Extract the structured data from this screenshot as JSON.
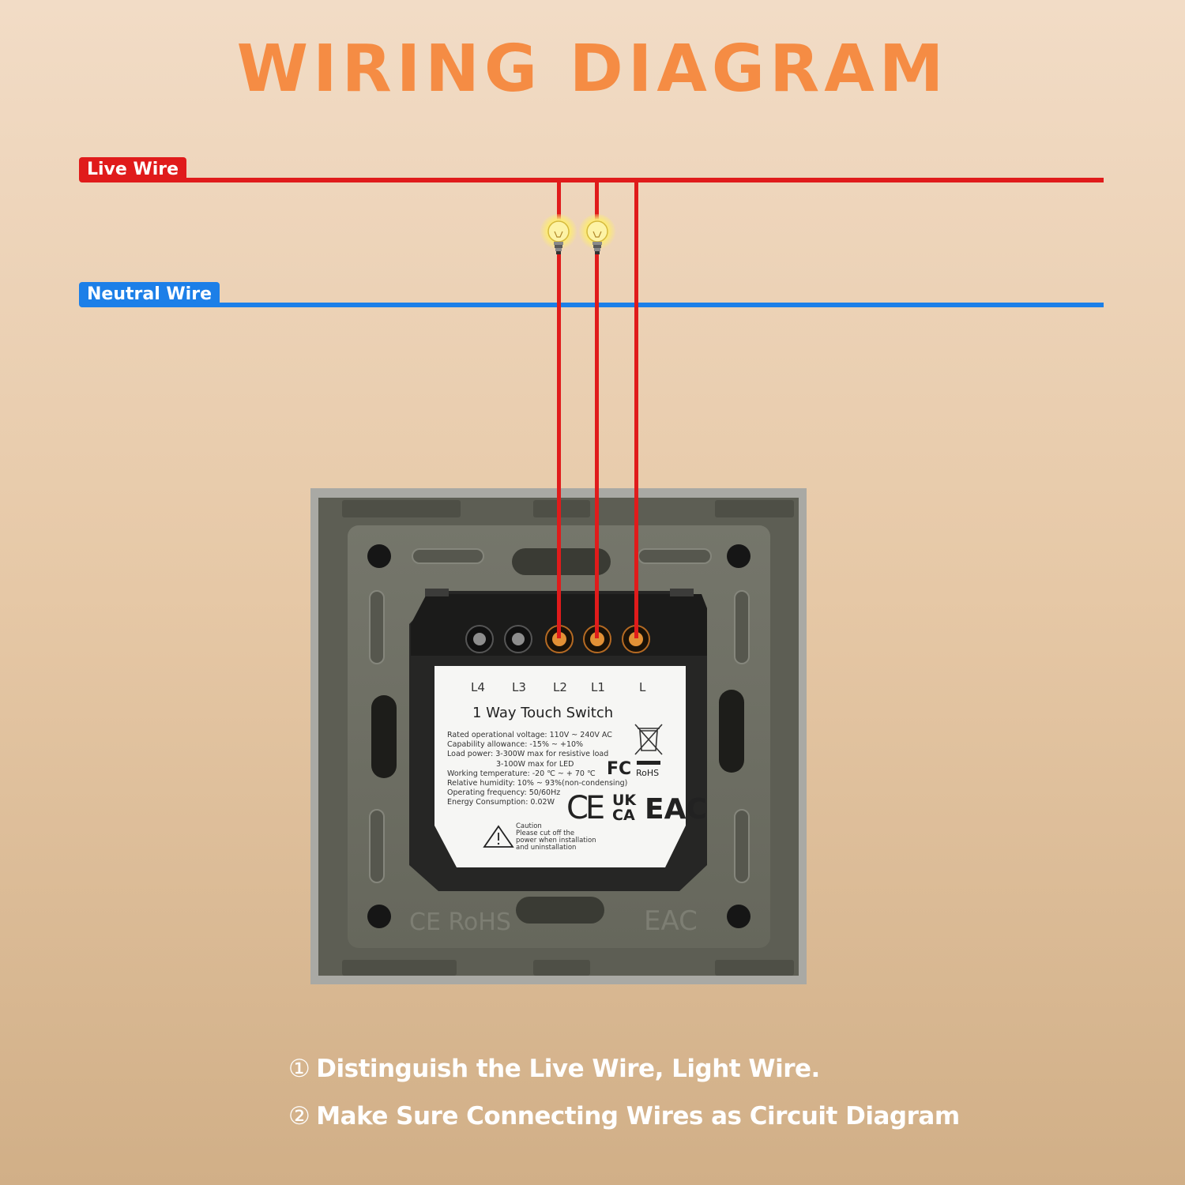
{
  "title": "WIRING DIAGRAM",
  "labels": {
    "live_wire": "Live Wire",
    "neutral_wire": "Neutral  Wire"
  },
  "switch": {
    "terminals": [
      "L4",
      "L3",
      "L2",
      "L1",
      "L"
    ],
    "name": "1  Way Touch Switch",
    "specs": [
      "Rated operational voltage:  110V ~ 240V AC",
      "Capability allowance: -15% ~ +10%",
      "Load power: 3-300W max for resistive load",
      "3-100W max for LED",
      "Working temperature:  -20 ℃ ~ + 70 ℃",
      "Relative humidity: 10% ~ 93%(non-condensing)",
      "Operating frequency: 50/60Hz",
      "Energy Consumption: 0.02W"
    ],
    "caution": [
      "Caution",
      "Please cut off the",
      "power when installation",
      "and uninstallation"
    ],
    "marks": {
      "fc": "FC",
      "rohs": "RoHS",
      "ce": "CE",
      "uk": "UK",
      "ca": "CA",
      "eac": "EAC"
    },
    "embossed": {
      "left": "CE RoHS",
      "right": "EAC"
    }
  },
  "steps": [
    {
      "num": "①",
      "text": "Distinguish the Live Wire, Light Wire."
    },
    {
      "num": "②",
      "text": "Make Sure Connecting Wires as Circuit Diagram"
    }
  ],
  "colors": {
    "title": "#f58c44",
    "live": "#e01b1b",
    "neutral": "#1c7fe8",
    "plate": "#6c6d62",
    "label_card": "#f6f6f4"
  }
}
